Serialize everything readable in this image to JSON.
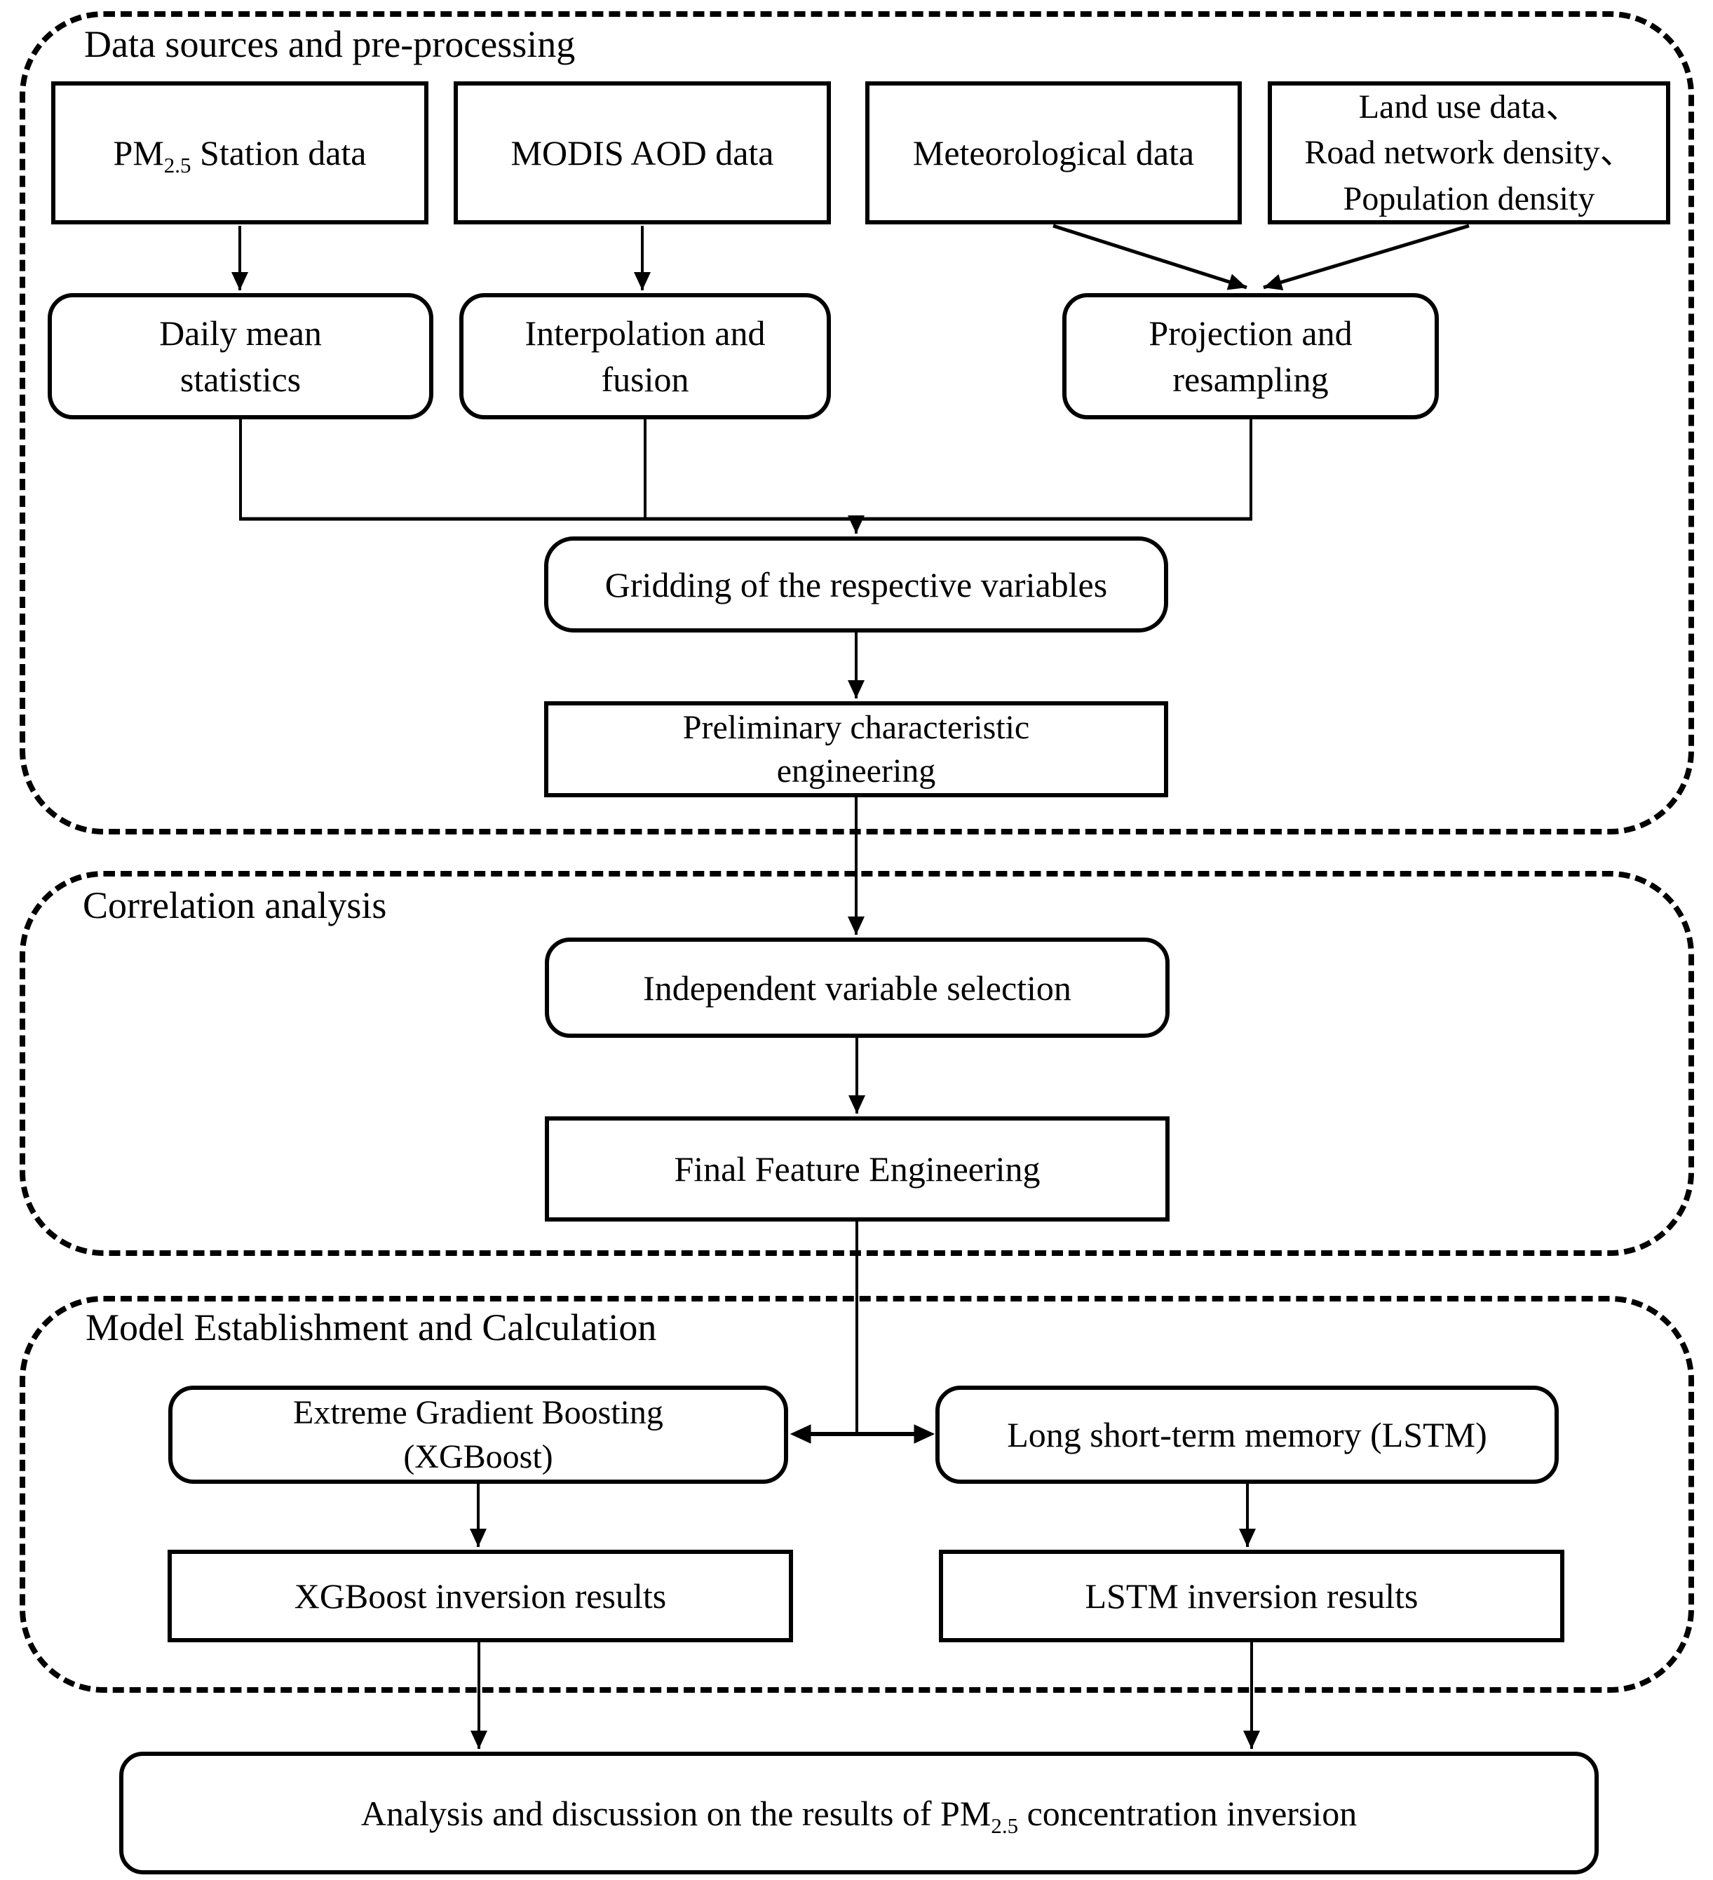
{
  "containers": {
    "data_sources": {
      "label": "Data sources and pre-processing"
    },
    "correlation": {
      "label": "Correlation analysis"
    },
    "model": {
      "label": "Model Establishment and Calculation"
    }
  },
  "nodes": {
    "pm25_station": {
      "pre": "PM",
      "sub": "2.5",
      "post": " Station data"
    },
    "modis": {
      "label": "MODIS AOD data"
    },
    "meteo": {
      "label": "Meteorological data"
    },
    "landuse": {
      "lines": [
        "Land use data、",
        "Road network density、",
        "Population density"
      ]
    },
    "daily_mean": {
      "lines": [
        "Daily mean",
        "statistics"
      ]
    },
    "interpolation": {
      "lines": [
        "Interpolation and",
        "fusion"
      ]
    },
    "projection": {
      "lines": [
        "Projection and",
        "resampling"
      ]
    },
    "gridding": {
      "label": "Gridding of the respective variables"
    },
    "preliminary": {
      "lines": [
        "Preliminary characteristic",
        "engineering"
      ]
    },
    "independent": {
      "label": "Independent variable selection"
    },
    "final_feature": {
      "label": "Final Feature Engineering"
    },
    "xgboost": {
      "lines": [
        "Extreme Gradient Boosting",
        "(XGBoost)"
      ]
    },
    "lstm": {
      "label": "Long short-term memory (LSTM)"
    },
    "xgboost_results": {
      "label": "XGBoost inversion results"
    },
    "lstm_results": {
      "label": "LSTM inversion results"
    },
    "analysis": {
      "pre": "Analysis and discussion on the results of PM",
      "sub": "2.5",
      "post": " concentration inversion"
    }
  },
  "colors": {
    "line": "#000000",
    "text": "#000000",
    "box_border": "#000000",
    "background": "#ffffff"
  }
}
